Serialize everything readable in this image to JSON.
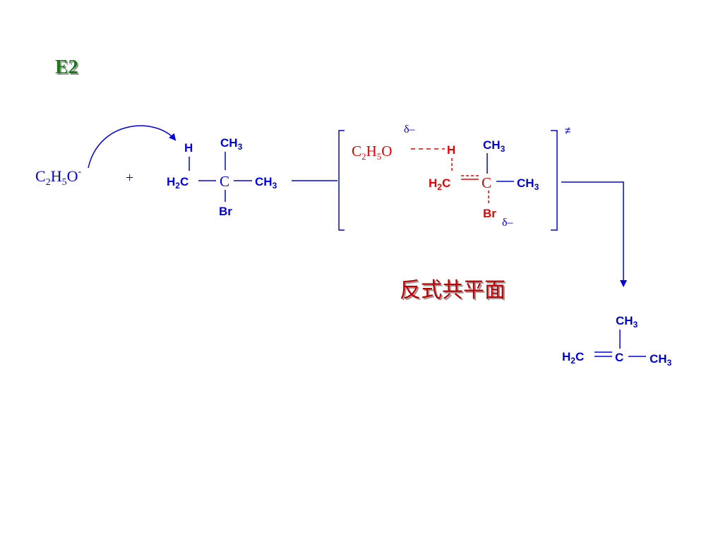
{
  "slide": {
    "title": "E2",
    "note": "反式共平面"
  },
  "colors": {
    "blue": "#0000e6",
    "red": "#ee0000",
    "green": "#1a7a1a",
    "dark_red": "#c00000"
  },
  "reactants": {
    "base": {
      "c": "C",
      "c_sub": "2",
      "h": "H",
      "h_sub": "5",
      "o": "O",
      "charge": "-"
    },
    "plus": "+",
    "substrate": {
      "h_top": "H",
      "ch3_top": "CH",
      "ch3_top_sub": "3",
      "h2c": "H",
      "h2c_sub": "2",
      "h2c_c": "C",
      "center": "C",
      "ch3_right": "CH",
      "ch3_right_sub": "3",
      "br": "Br"
    }
  },
  "transition_state": {
    "delta_top": "δ–",
    "base": {
      "c": "C",
      "c_sub": "2",
      "h": "H",
      "h_sub": "5",
      "o": "O"
    },
    "h": "H",
    "ch3_top": "CH",
    "ch3_top_sub": "3",
    "h2c": "H",
    "h2c_sub": "2",
    "h2c_c": "C",
    "center": "C",
    "ch3_right": "CH",
    "ch3_right_sub": "3",
    "br": "Br",
    "delta_bottom": "δ–",
    "dagger": "≠"
  },
  "product": {
    "ch3_top": "CH",
    "ch3_top_sub": "3",
    "h2c": "H",
    "h2c_sub": "2",
    "h2c_c": "C",
    "center": "C",
    "ch3_right": "CH",
    "ch3_right_sub": "3"
  }
}
